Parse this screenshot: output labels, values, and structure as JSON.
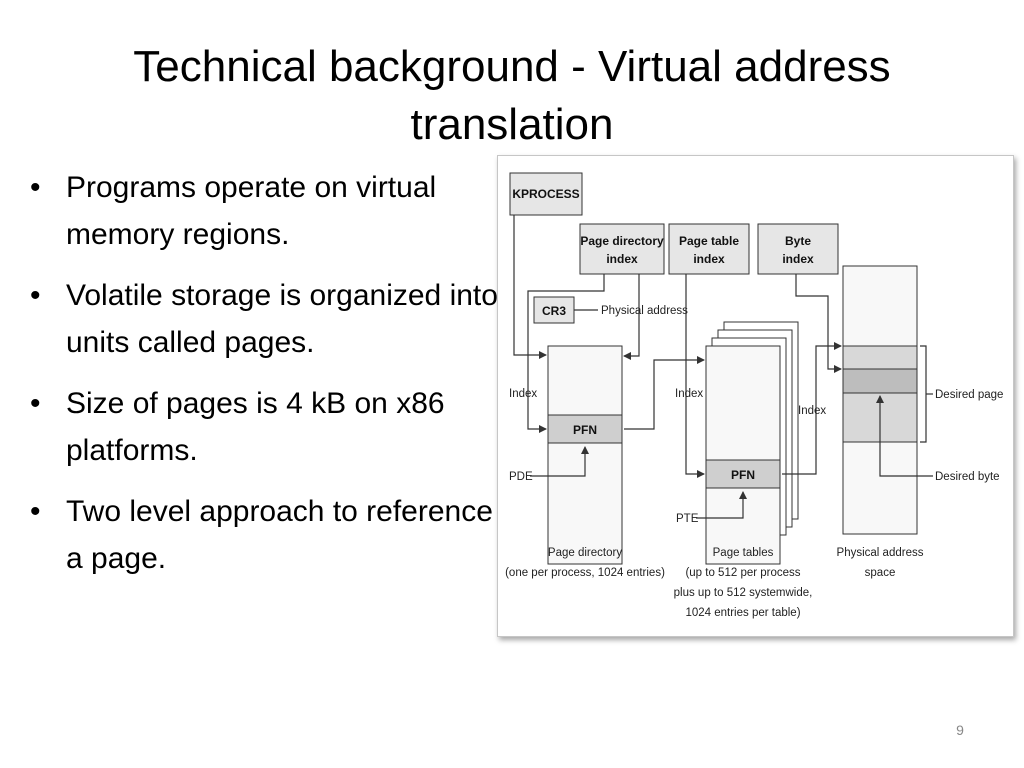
{
  "slide": {
    "title": "Technical background - Virtual address translation",
    "page_number": "9"
  },
  "bullets": [
    "Programs operate on virtual memory regions.",
    "Volatile storage is organized into units called pages.",
    "Size of pages is 4 kB on x86 platforms.",
    "Two level approach to reference a page."
  ],
  "diagram": {
    "kprocess": "KPROCESS",
    "page_directory_index": [
      "Page directory",
      "index"
    ],
    "page_table_index": [
      "Page table",
      "index"
    ],
    "byte_index": [
      "Byte",
      "index"
    ],
    "cr3": "CR3",
    "physical_address": "Physical address",
    "index": "Index",
    "pfn": "PFN",
    "pde": "PDE",
    "pte": "PTE",
    "desired_page": "Desired page",
    "desired_byte": "Desired byte",
    "page_directory_caption": [
      "Page directory",
      "(one per process, 1024 entries)"
    ],
    "page_tables_caption": [
      "Page tables",
      "(up to 512 per process",
      "plus up to 512 systemwide,",
      "1024 entries per table)"
    ],
    "physical_space_caption": [
      "Physical address",
      "space"
    ]
  }
}
